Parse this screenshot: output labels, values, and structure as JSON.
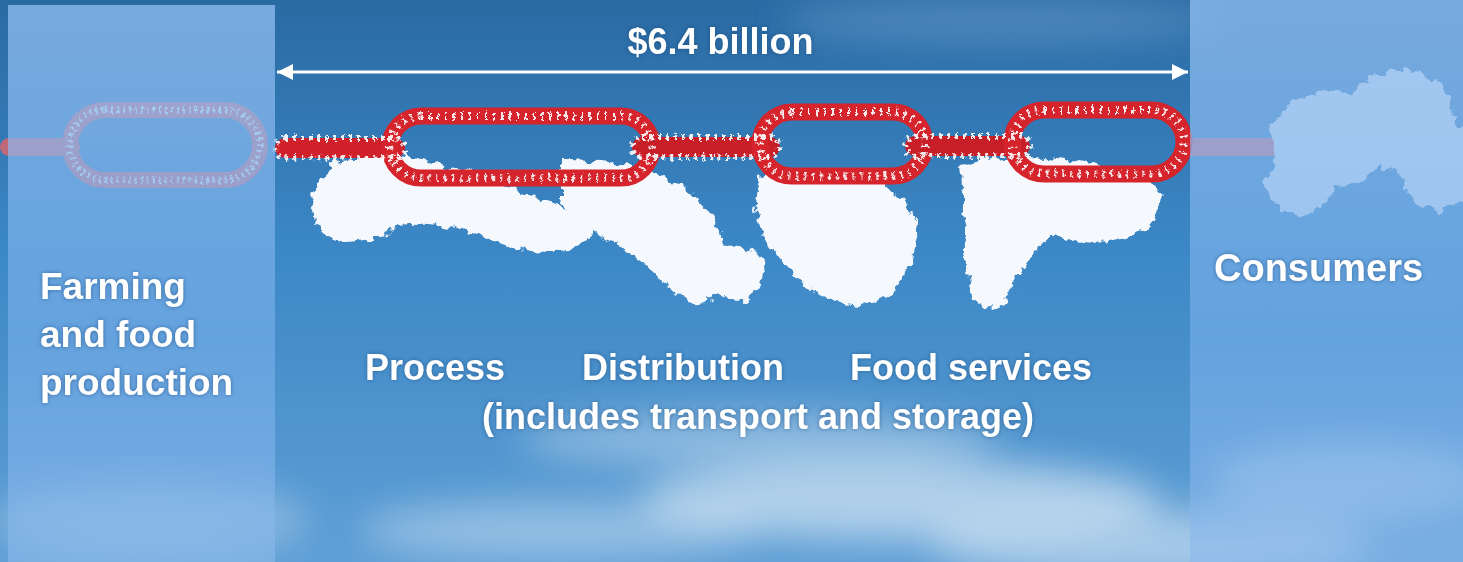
{
  "diagram": {
    "nodes": [
      {
        "text": [
          "Farming and food production"
        ]
      },
      {
        "text": [
          "Consumers"
        ]
      }
    ],
    "edges": [
      {
        "from": 0,
        "to": 1,
        "arrow": "both",
        "label": "$6.4 billion"
      }
    ],
    "labels": [
      "Process",
      "Distribution",
      "Food services",
      "(includes transport and storage)"
    ]
  }
}
